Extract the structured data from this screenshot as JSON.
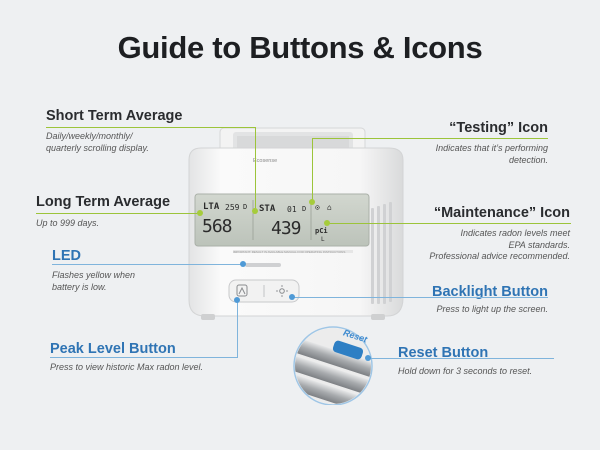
{
  "title": "Guide to Buttons & Icons",
  "labels": {
    "sta": {
      "title": "Short Term Average",
      "desc": "Daily/weekly/monthly/\nquarterly scrolling display."
    },
    "lta": {
      "title": "Long Term Average",
      "desc": "Up to 999 days."
    },
    "led": {
      "title": "LED",
      "desc": "Flashes yellow when\nbattery is low."
    },
    "peak": {
      "title": "Peak Level Button",
      "desc": "Press to view historic Max radon level."
    },
    "testing": {
      "title": "“Testing” Icon",
      "desc": "Indicates that it’s performing\ndetection."
    },
    "maintenance": {
      "title": "“Maintenance” Icon",
      "desc": "Indicates radon levels meet\nEPA standards.\nProfessional advice recommended."
    },
    "backlight": {
      "title": "Backlight Button",
      "desc": "Press to light up the screen."
    },
    "reset": {
      "title": "Reset Button",
      "desc": "Hold down for 3 seconds to reset."
    }
  },
  "screen": {
    "lta_label": "LTA",
    "lta_days": "259",
    "lta_days_unit": "D",
    "lta_value": "568",
    "sta_label": "STA",
    "sta_days": "01",
    "sta_days_unit": "D",
    "sta_value": "439",
    "unit": "pCi",
    "unit_sub": "L"
  },
  "device": {
    "brand": "Ecosense",
    "caption": "IMPORTANT: RESULT IS AVAILABLE MANUAL FOR OPERATING INSTRUCTIONS"
  },
  "reset_tag": "Reset",
  "colors": {
    "green_accent": "#9cc43a",
    "blue_accent": "#2f74b4",
    "lcd": "#c9cfc7"
  }
}
